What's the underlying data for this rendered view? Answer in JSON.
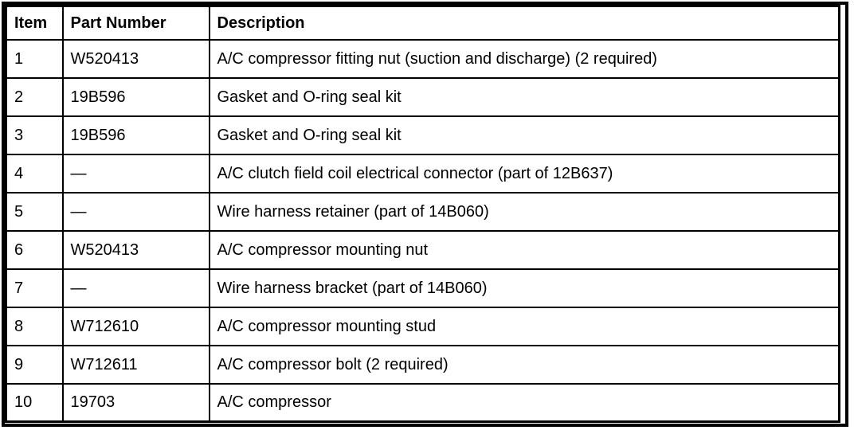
{
  "table": {
    "columns": [
      "Item",
      "Part Number",
      "Description"
    ],
    "rows": [
      {
        "item": "1",
        "part_number": "W520413",
        "description": "A/C compressor fitting nut (suction and discharge) (2 required)"
      },
      {
        "item": "2",
        "part_number": "19B596",
        "description": "Gasket and O-ring seal kit"
      },
      {
        "item": "3",
        "part_number": "19B596",
        "description": "Gasket and O-ring seal kit"
      },
      {
        "item": "4",
        "part_number": "—",
        "description": "A/C clutch field coil electrical connector (part of 12B637)"
      },
      {
        "item": "5",
        "part_number": "—",
        "description": "Wire harness retainer (part of 14B060)"
      },
      {
        "item": "6",
        "part_number": "W520413",
        "description": "A/C compressor mounting nut"
      },
      {
        "item": "7",
        "part_number": "—",
        "description": "Wire harness bracket (part of 14B060)"
      },
      {
        "item": "8",
        "part_number": "W712610",
        "description": "A/C compressor mounting stud"
      },
      {
        "item": "9",
        "part_number": "W712611",
        "description": "A/C compressor bolt (2 required)"
      },
      {
        "item": "10",
        "part_number": "19703",
        "description": "A/C compressor"
      }
    ],
    "colors": {
      "border": "#000000",
      "background": "#ffffff",
      "text": "#000000"
    }
  }
}
